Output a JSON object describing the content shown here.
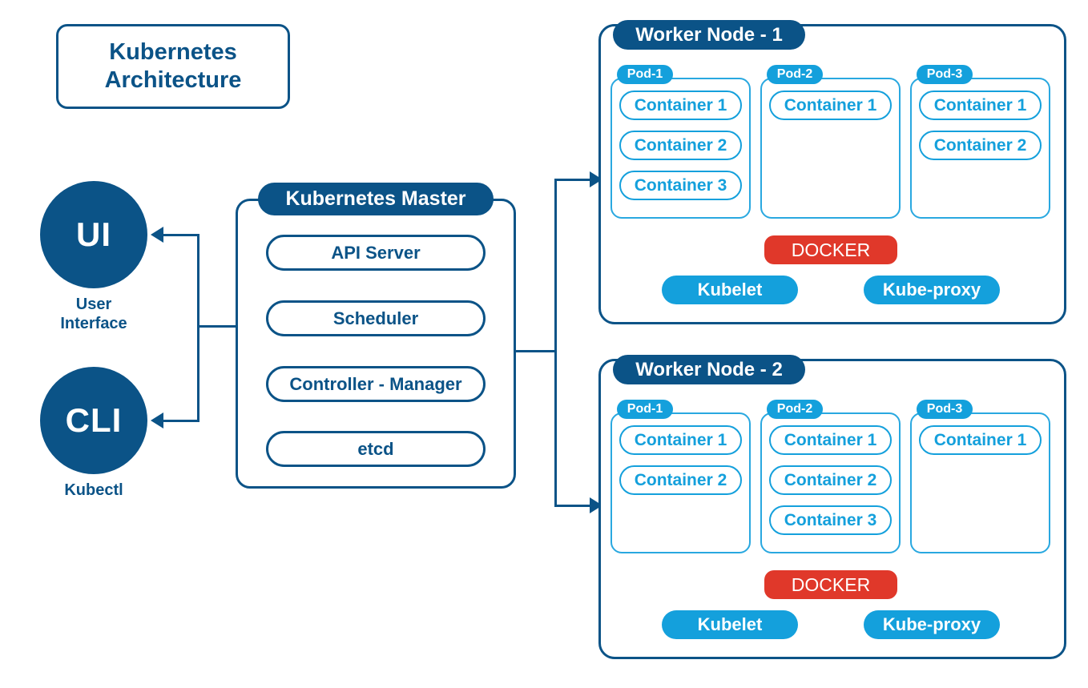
{
  "diagram": {
    "title_line1": "Kubernetes",
    "title_line2": "Architecture",
    "colors": {
      "dark_blue": "#0B5387",
      "light_blue": "#14A0DC",
      "pod_border": "#29A8E0",
      "docker_red": "#E0382A",
      "background": "#FFFFFF"
    }
  },
  "clients": [
    {
      "abbr": "UI",
      "caption_line1": "User",
      "caption_line2": "Interface"
    },
    {
      "abbr": "CLI",
      "caption_line1": "Kubectl",
      "caption_line2": ""
    }
  ],
  "master": {
    "title": "Kubernetes Master",
    "components": [
      {
        "label": "API Server"
      },
      {
        "label": "Scheduler"
      },
      {
        "label": "Controller - Manager"
      },
      {
        "label": "etcd"
      }
    ]
  },
  "worker_nodes": [
    {
      "title": "Worker Node - 1",
      "pods": [
        {
          "label": "Pod-1",
          "containers": [
            "Container 1",
            "Container 2",
            "Container 3"
          ]
        },
        {
          "label": "Pod-2",
          "containers": [
            "Container 1"
          ]
        },
        {
          "label": "Pod-3",
          "containers": [
            "Container 1",
            "Container 2"
          ]
        }
      ],
      "runtime": "DOCKER",
      "agents": [
        "Kubelet",
        "Kube-proxy"
      ]
    },
    {
      "title": "Worker Node - 2",
      "pods": [
        {
          "label": "Pod-1",
          "containers": [
            "Container 1",
            "Container 2"
          ]
        },
        {
          "label": "Pod-2",
          "containers": [
            "Container 1",
            "Container 2",
            "Container 3"
          ]
        },
        {
          "label": "Pod-3",
          "containers": [
            "Container 1"
          ]
        }
      ],
      "runtime": "DOCKER",
      "agents": [
        "Kubelet",
        "Kube-proxy"
      ]
    }
  ]
}
